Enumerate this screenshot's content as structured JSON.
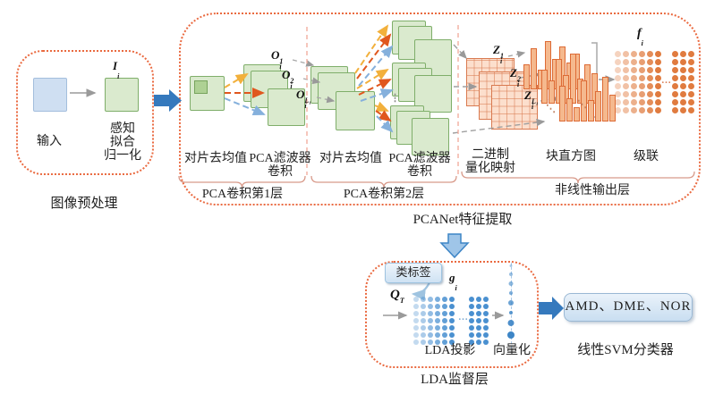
{
  "colors": {
    "dashed_box_border": "#ea6a40",
    "green_square_fill": "#daeace",
    "green_square_border": "#7fae6a",
    "blue_square_fill": "#cfdff2",
    "solid_arrow_blue": "#3579bd",
    "fan_yellow": "#f2b03c",
    "fan_red": "#e0571e",
    "fan_blue": "#85b0dc",
    "grid_fill": "#fcdfcd",
    "grid_line": "#d97a50",
    "hist_fill": "#f5b98e",
    "hist_border": "#dd6b35",
    "feature_dot_orange": "#e07b3f",
    "lda_dot_blue": "#4a90d0",
    "chip_fill": "#cfe2f3"
  },
  "preprocess": {
    "caption": "图像预处理",
    "input_label": "输入",
    "norm_lines": [
      "感知",
      "拟合",
      "归一化"
    ],
    "symbol": {
      "base": "I",
      "sub": "i"
    }
  },
  "pcanet": {
    "caption": "PCANet特征提取",
    "layer1": {
      "patch_label": "对片去均值",
      "filter_lines": [
        "PCA滤波器",
        "卷积"
      ],
      "brace_label": "PCA卷积第1层",
      "o_labels": [
        {
          "base": "O",
          "sup": "1",
          "sub": "i"
        },
        {
          "base": "O",
          "sup": "2",
          "sub": "i"
        },
        {
          "base": "O",
          "sup": "L₁",
          "sub": "i"
        }
      ]
    },
    "layer2": {
      "patch_label": "对片去均值",
      "filter_lines": [
        "PCA滤波器",
        "卷积"
      ],
      "brace_label": "PCA卷积第2层"
    },
    "output": {
      "binary_lines": [
        "二进制",
        "量化映射"
      ],
      "hist_label": "块直方图",
      "concat_label": "级联",
      "brace_label": "非线性输出层",
      "z_labels": [
        {
          "base": "Z",
          "sup": "1",
          "sub": "i"
        },
        {
          "base": "Z",
          "sup": "2",
          "sub": "i"
        },
        {
          "base": "Z",
          "sup": "L₁",
          "sub": "i"
        }
      ],
      "f_label": {
        "base": "f",
        "sub": "i"
      }
    }
  },
  "lda": {
    "caption": "LDA监督层",
    "class_chip": "类标签",
    "g_label": {
      "base": "g",
      "sub": "i"
    },
    "q_label": {
      "base": "Q",
      "sup": "T"
    },
    "proj_label": "LDA投影",
    "vec_label": "向量化"
  },
  "classifier": {
    "caption": "线性SVM分类器",
    "classes": "AMD、DME、NOR"
  },
  "marks": {
    "ellipsis": "…",
    "vdots": "⋮",
    "ddots": "⋱"
  },
  "figures": {
    "histograms": [
      [
        26,
        44,
        20,
        52,
        32,
        46,
        28,
        38
      ],
      [
        36,
        24,
        48,
        30,
        54,
        26,
        42,
        32
      ],
      [
        38,
        24,
        14,
        44,
        22,
        32,
        48,
        28
      ]
    ],
    "feature_matrix": {
      "rows": 8,
      "cols": 6,
      "extra": 3,
      "cell": 9,
      "dot": 7,
      "gap": 10,
      "color": "#e07b3f"
    },
    "lda_matrix": {
      "rows": 7,
      "cols": 6,
      "extra": 3,
      "cell": 8,
      "dot": 6,
      "gap": 14,
      "color": "#4a90d0"
    },
    "vector_dots": [
      3,
      4,
      5,
      4,
      6,
      4,
      7,
      8
    ]
  }
}
